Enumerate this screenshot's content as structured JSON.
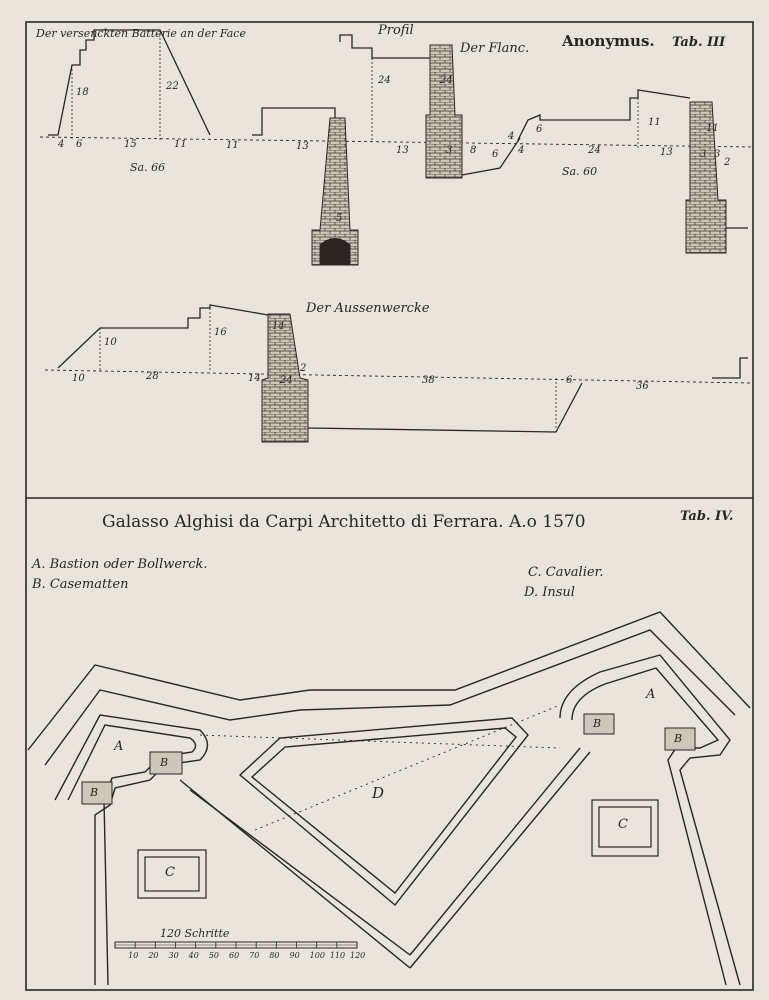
{
  "plate_top": {
    "title_left": "Der versenckten Batterie an der Face",
    "profil": "Profil",
    "flanc": "Der Flanc.",
    "author": "Anonymus.",
    "tab": "Tab. III",
    "aussenwercke": "Der Aussenwercke",
    "sum1": "Sa. 66",
    "sum2": "Sa. 60",
    "labels": {
      "p1_h18": "18",
      "p1_h22": "22",
      "p1_b4": "4",
      "p1_b6": "6",
      "p1_b15": "15",
      "p1_b11": "11",
      "p1_b11b": "11",
      "p2_b13": "13",
      "p2_b5": "5",
      "p3_h24": "24",
      "p3_h24b": "24",
      "p3_b13": "13",
      "p3_b3": "3",
      "p3_b8": "8",
      "p3_b6": "6",
      "p4_l4": "4",
      "p4_l6": "6",
      "p4_l4b": "4",
      "p4_h11": "11",
      "p4_h11b": "11",
      "p4_b24": "24",
      "p4_b13": "13",
      "p4_b3": "3",
      "p4_b3b": "3",
      "p4_b2": "2",
      "a_h10": "10",
      "a_h16": "16",
      "a_h14": "14",
      "a_b10": "10",
      "a_b28": "28",
      "a_b14": "14",
      "a_b24": "24",
      "a_b2": "2",
      "a_b38": "38",
      "a_b6": "6",
      "a_b36": "36"
    }
  },
  "plate_bottom": {
    "title": "Galasso Alghisi da Carpi Architetto di Ferrara. A.o 1570",
    "tab": "Tab. IV.",
    "legend": {
      "a": "A. Bastion oder Bollwerck.",
      "b": "B. Casematten",
      "c": "C. Cavalier.",
      "d": "D. Insul"
    },
    "plan_labels": {
      "A": "A",
      "B": "B",
      "C": "C",
      "D": "D"
    },
    "scale": {
      "title": "120 Schritte",
      "ticks": [
        "10",
        "20",
        "30",
        "40",
        "50",
        "60",
        "70",
        "80",
        "90",
        "100",
        "110",
        "120"
      ]
    }
  },
  "colors": {
    "paper": "#e9e5dc",
    "ink": "#2a2520"
  }
}
